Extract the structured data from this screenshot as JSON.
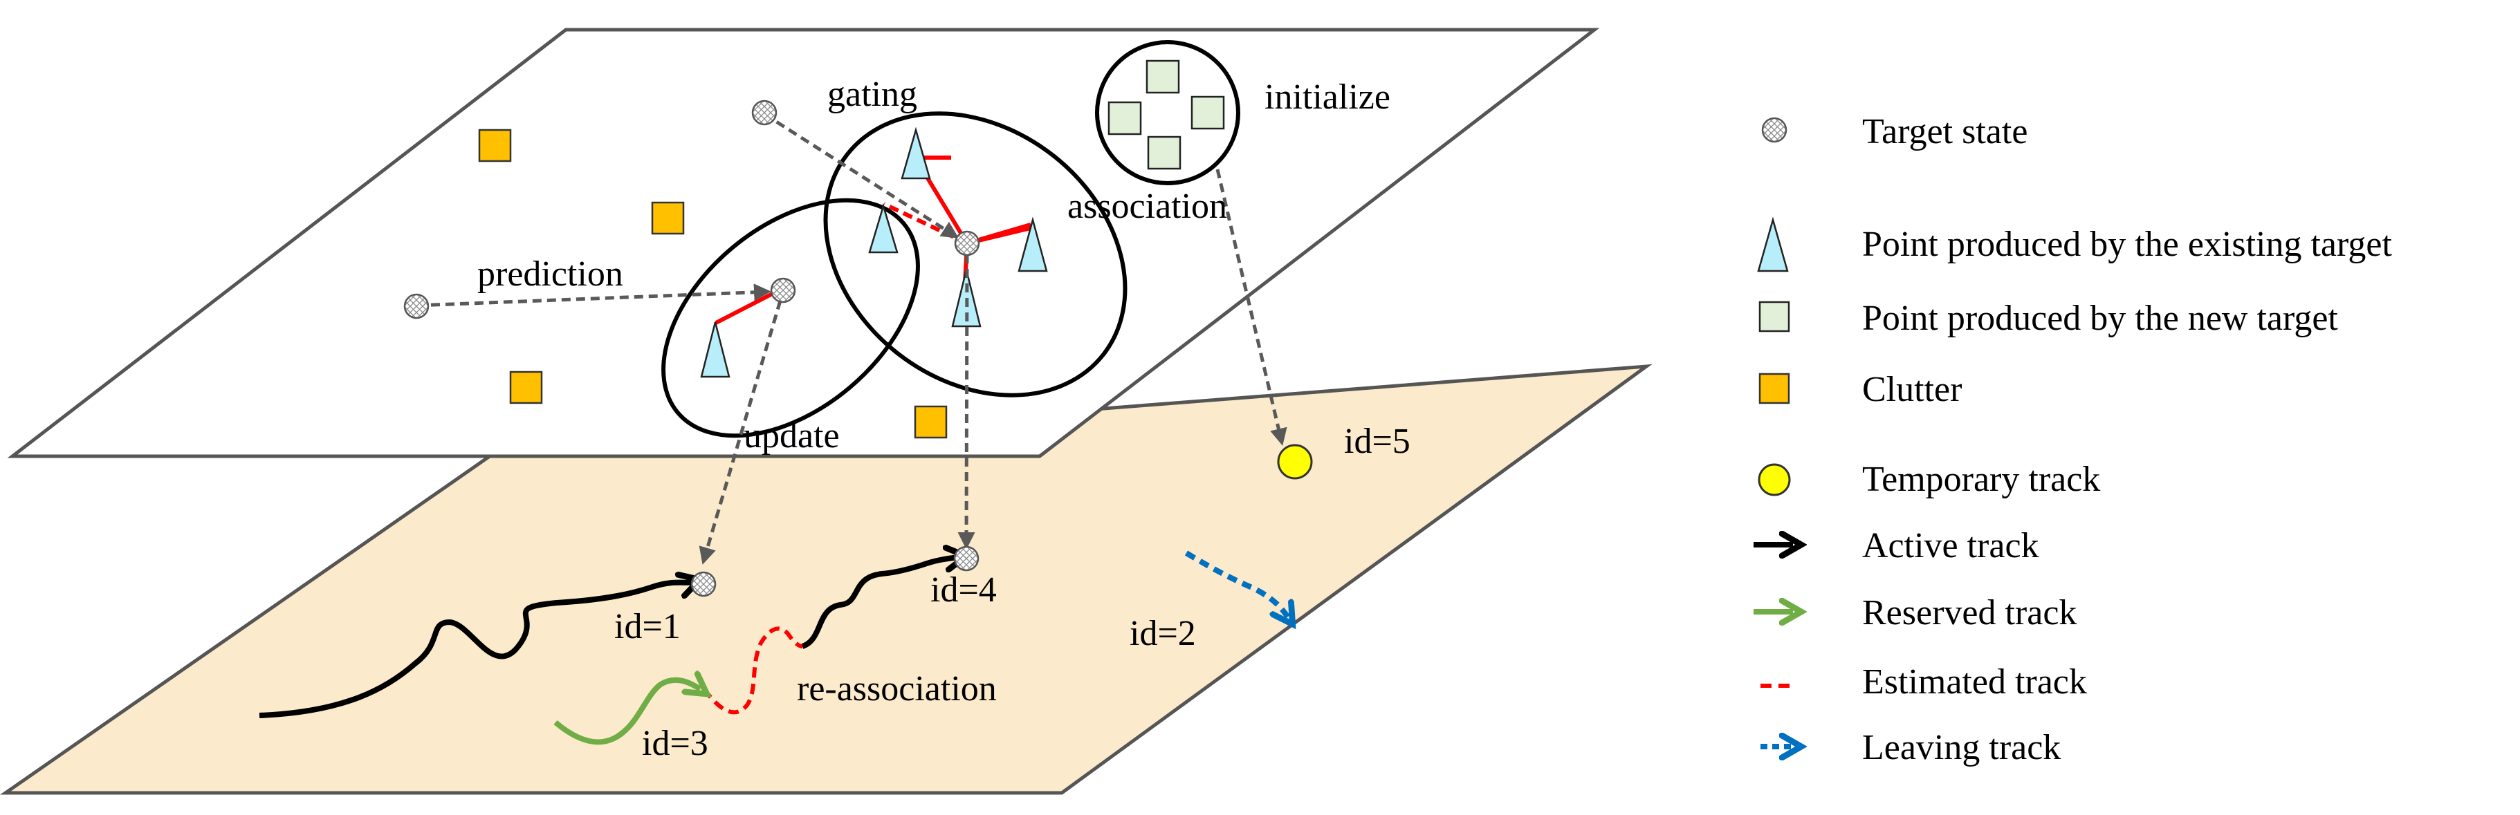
{
  "colors": {
    "upper_plane_fill": "#ffffff",
    "lower_plane_fill": "#fbeacb",
    "plane_border": "#555555",
    "existing_point": "#b7eefa",
    "new_point": "#e2f0d9",
    "clutter": "#ffc000",
    "temporary_track": "#ffff00",
    "active_track": "#000000",
    "reserved_track": "#70ad47",
    "estimated_track": "#ff0000",
    "leaving_track": "#0070c0",
    "association_line": "#ff0000",
    "dashed_arrow": "#595959"
  },
  "labels": {
    "gating": "gating",
    "initialize": "initialize",
    "association": "association",
    "prediction": "prediction",
    "update": "update",
    "re_association": "re-association",
    "id1": "id=1",
    "id2": "id=2",
    "id3": "id=3",
    "id4": "id=4",
    "id5": "id=5"
  },
  "legend": [
    {
      "icon": "target-state-icon",
      "label": "Target state"
    },
    {
      "icon": "triangle-icon",
      "label": "Point produced by the existing target"
    },
    {
      "icon": "square-icon",
      "label": "Point produced by the new target"
    },
    {
      "icon": "clutter-square-icon",
      "label": "Clutter"
    },
    {
      "icon": "yellow-circle-icon",
      "label": "Temporary track"
    },
    {
      "icon": "black-arrow-icon",
      "label": "Active track"
    },
    {
      "icon": "green-arrow-icon",
      "label": "Reserved track"
    },
    {
      "icon": "red-dash-icon",
      "label": "Estimated track"
    },
    {
      "icon": "blue-dashed-arrow-icon",
      "label": "Leaving track"
    }
  ]
}
